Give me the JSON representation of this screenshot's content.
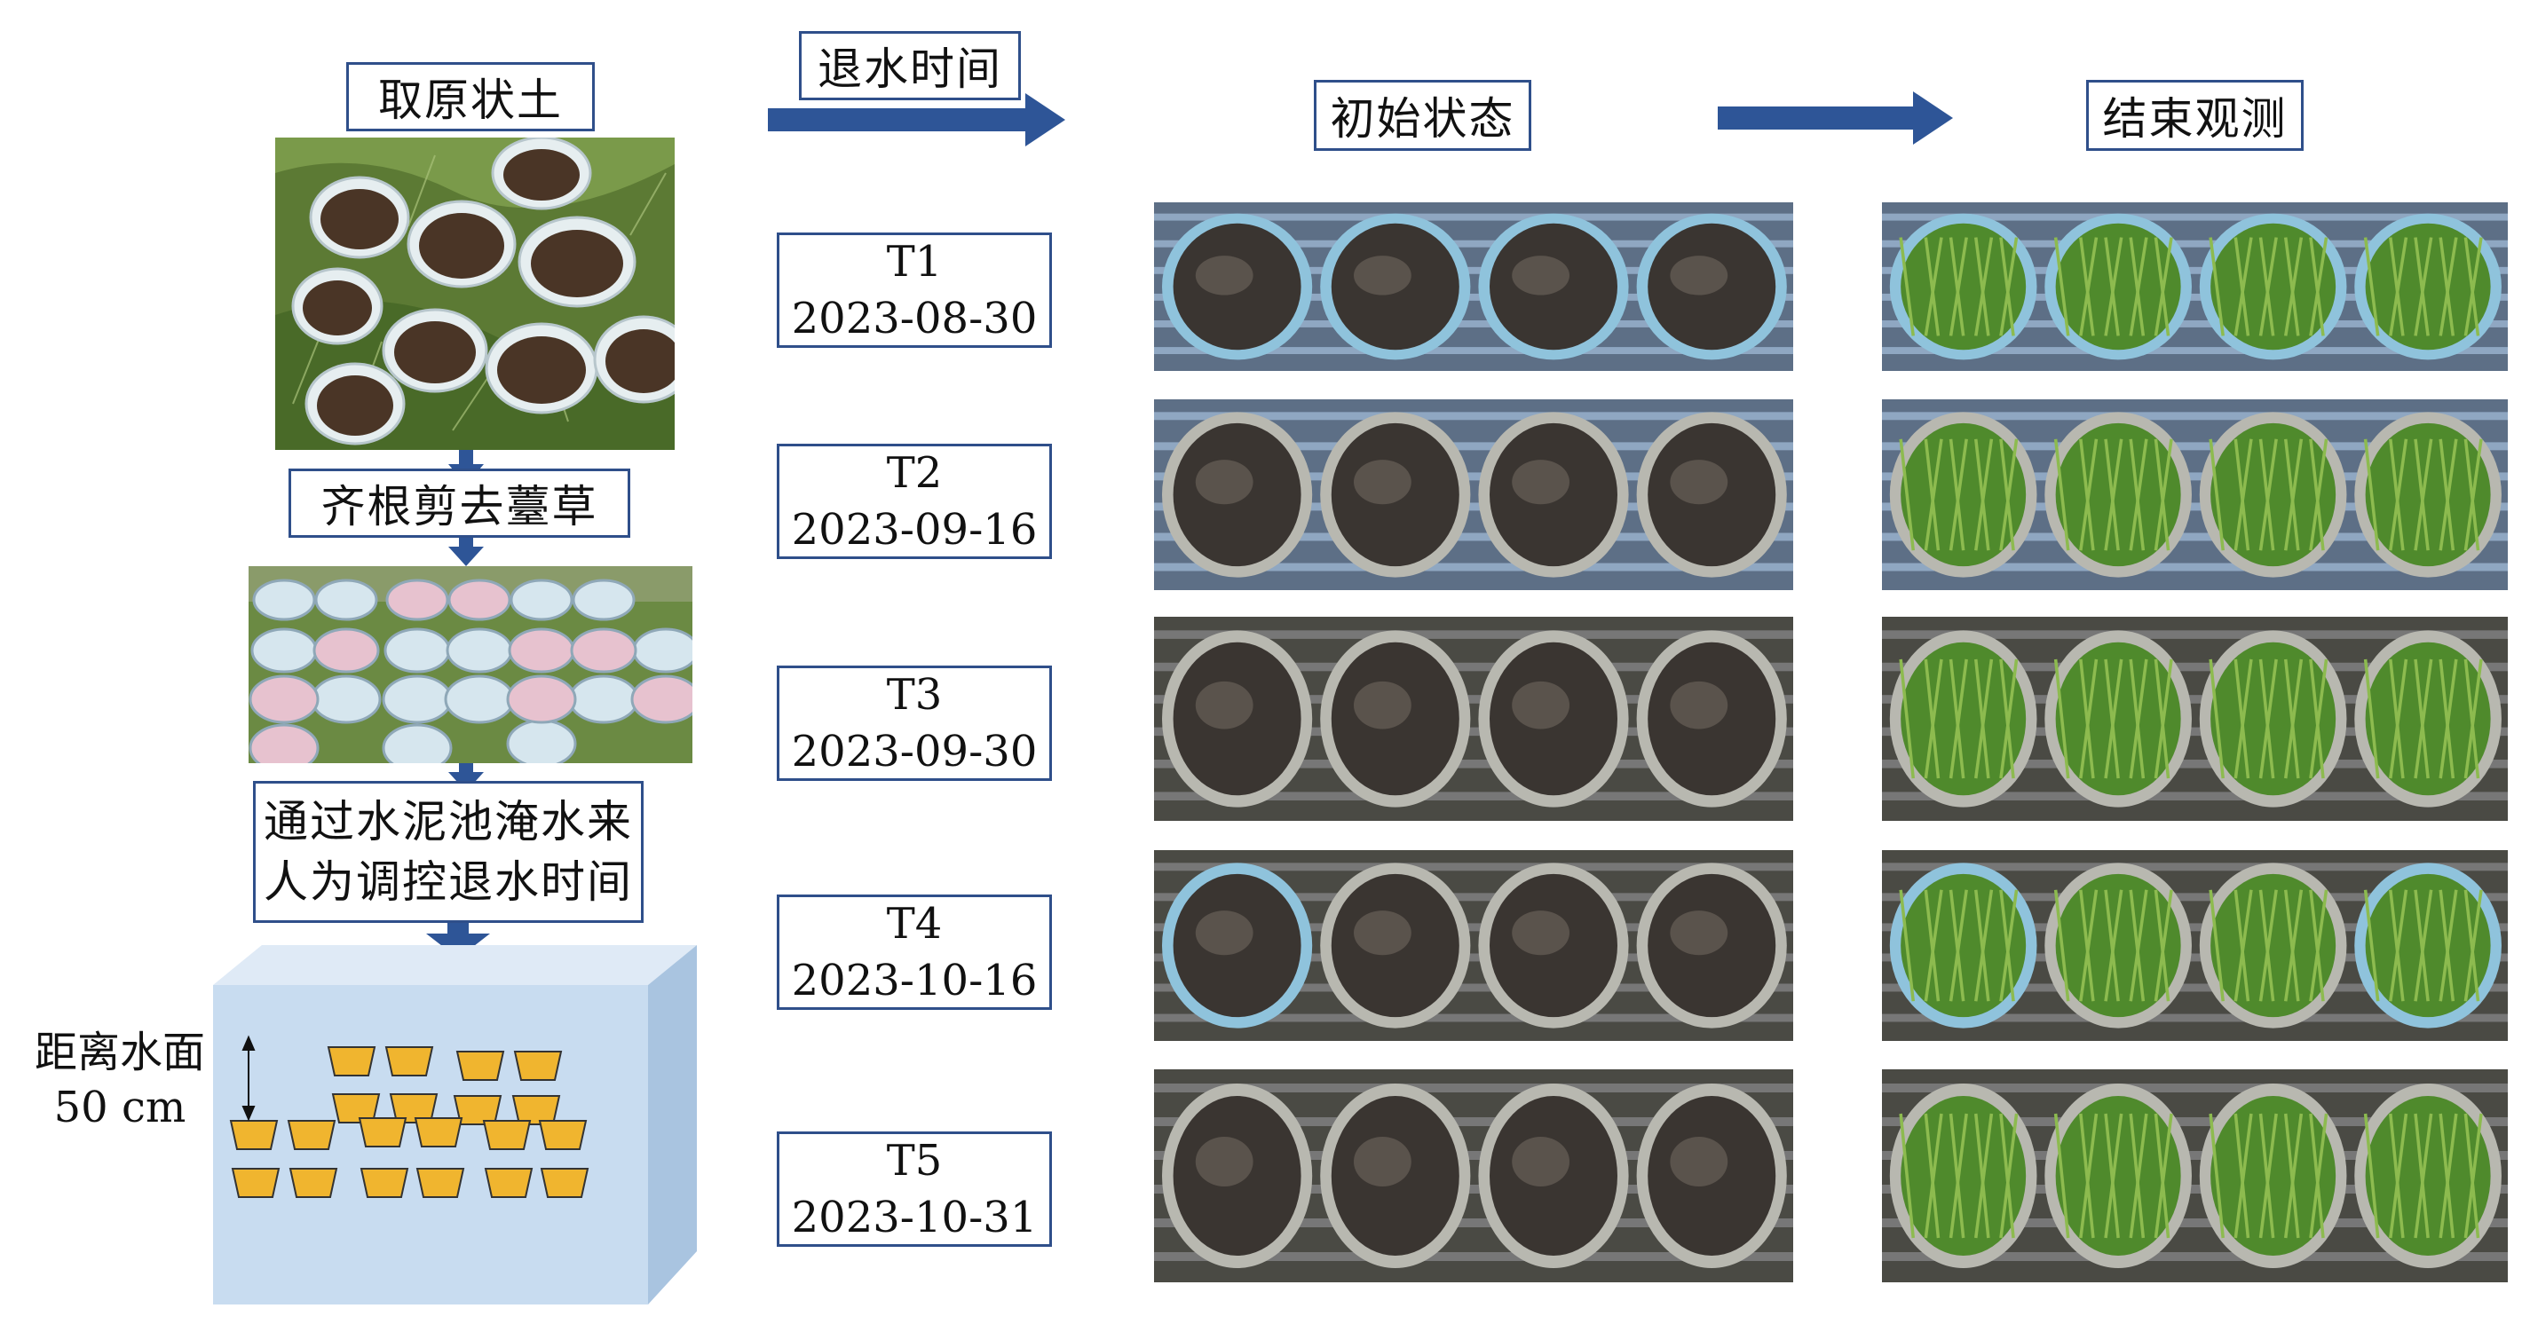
{
  "left_steps": {
    "step1": "取原状土",
    "step2": "齐根剪去薹草",
    "step3_line1": "通过水泥池淹水来",
    "step3_line2": "人为调控退水时间"
  },
  "distance_label": {
    "line1": "距离水面",
    "line2": "50 cm"
  },
  "header": {
    "drain_time": "退水时间",
    "initial": "初始状态",
    "end": "结束观测"
  },
  "treatments": [
    {
      "id": "T1",
      "date": "2023-08-30"
    },
    {
      "id": "T2",
      "date": "2023-09-16"
    },
    {
      "id": "T3",
      "date": "2023-09-30"
    },
    {
      "id": "T4",
      "date": "2023-10-16"
    },
    {
      "id": "T5",
      "date": "2023-10-31"
    }
  ],
  "colors": {
    "box_border": "#2f4f8a",
    "arrow_fill": "#2e5597",
    "tank_front": "#c8dcf0",
    "tank_side": "#a9c4e0",
    "bucket": "#f0b52f",
    "soil": "#3a3531",
    "grass": "#4f8a2c"
  }
}
